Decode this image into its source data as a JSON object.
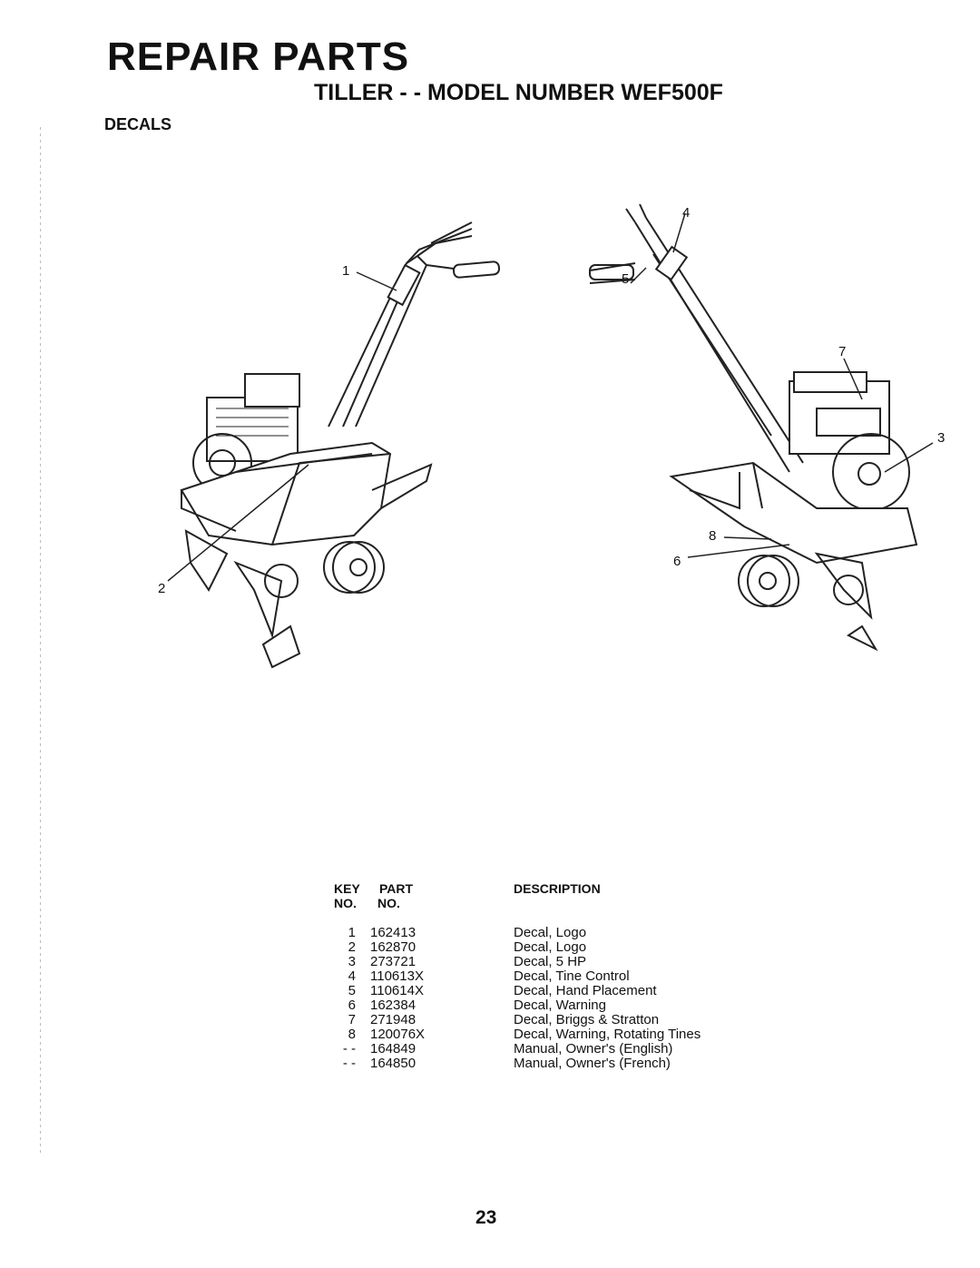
{
  "header": {
    "title": "REPAIR PARTS",
    "subtitle": "TILLER - - MODEL NUMBER WEF500F",
    "section": "DECALS"
  },
  "callouts": [
    "1",
    "2",
    "3",
    "4",
    "5",
    "6",
    "7",
    "8"
  ],
  "parts_table": {
    "headers": {
      "key_line1": "KEY",
      "key_line2": "NO.",
      "part_line1": "PART",
      "part_line2": "NO.",
      "description": "DESCRIPTION"
    },
    "rows": [
      {
        "key": "1",
        "part": "162413",
        "description": "Decal, Logo"
      },
      {
        "key": "2",
        "part": "162870",
        "description": "Decal, Logo"
      },
      {
        "key": "3",
        "part": "273721",
        "description": "Decal, 5 HP"
      },
      {
        "key": "4",
        "part": "110613X",
        "description": "Decal, Tine Control"
      },
      {
        "key": "5",
        "part": "110614X",
        "description": "Decal, Hand Placement"
      },
      {
        "key": "6",
        "part": "162384",
        "description": "Decal, Warning"
      },
      {
        "key": "7",
        "part": "271948",
        "description": "Decal, Briggs & Stratton"
      },
      {
        "key": "8",
        "part": "120076X",
        "description": "Decal, Warning, Rotating Tines"
      },
      {
        "key": "- -",
        "part": "164849",
        "description": "Manual, Owner's (English)"
      },
      {
        "key": "- -",
        "part": "164850",
        "description": "Manual, Owner's (French)"
      }
    ]
  },
  "page_number": "23"
}
